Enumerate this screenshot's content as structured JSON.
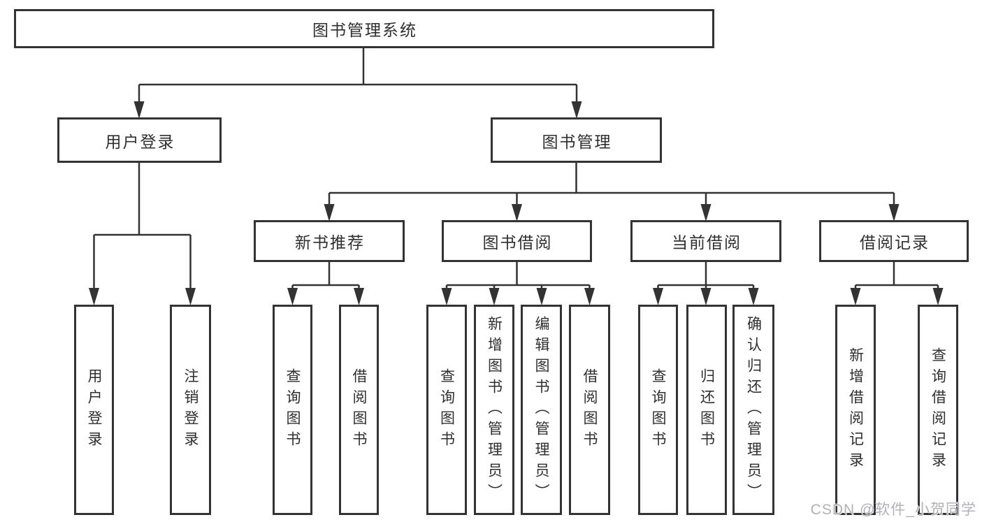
{
  "tree": {
    "root": {
      "label": "图书管理系统",
      "children": [
        {
          "label": "用户登录",
          "children": [
            {
              "label": "用户登录"
            },
            {
              "label": "注销登录"
            }
          ]
        },
        {
          "label": "图书管理",
          "children": [
            {
              "label": "新书推荐",
              "children": [
                {
                  "label": "查询图书"
                },
                {
                  "label": "借阅图书"
                }
              ]
            },
            {
              "label": "图书借阅",
              "children": [
                {
                  "label": "查询图书"
                },
                {
                  "label": "新增图书（管理员）"
                },
                {
                  "label": "编辑图书（管理员）"
                },
                {
                  "label": "借阅图书"
                }
              ]
            },
            {
              "label": "当前借阅",
              "children": [
                {
                  "label": "查询图书"
                },
                {
                  "label": "归还图书"
                },
                {
                  "label": "确认归还（管理员）"
                }
              ]
            },
            {
              "label": "借阅记录",
              "children": [
                {
                  "label": "新增借阅记录"
                },
                {
                  "label": "查询借阅记录"
                }
              ]
            }
          ]
        }
      ]
    }
  },
  "watermark": {
    "text": "CSDN @软件_小贺同学"
  },
  "colors": {
    "line": "#333333",
    "text": "#2f2f2f",
    "watermark": "#b2b2b6",
    "background": "#ffffff"
  }
}
